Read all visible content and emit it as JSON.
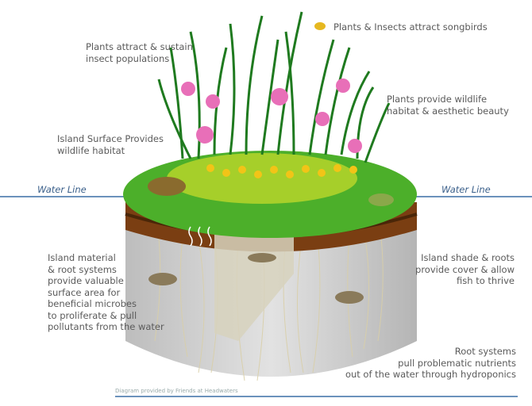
{
  "labels": {
    "insects": [
      "Plants attract & sustain",
      "insect populations"
    ],
    "songbirds": [
      "Plants & Insects attract songbirds"
    ],
    "beauty": [
      "Plants provide wildlife",
      "habitat & aesthetic beauty"
    ],
    "surface": [
      "Island Surface Provides",
      "wildlife habitat"
    ],
    "water_line_left": "Water Line",
    "water_line_right": "Water Line",
    "microbes": [
      "Island material",
      "& root systems",
      "provide valuable",
      "surface area for",
      "beneficial microbes",
      "to proliferate & pull",
      "pollutants from the water"
    ],
    "fish": [
      "Island shade & roots",
      "provide cover & allow",
      "fish to thrive"
    ],
    "nutrients": [
      "Root systems",
      "pull problematic nutrients",
      "out of the water through hydroponics"
    ],
    "credit": "Diagram provided by Friends at Headwaters"
  },
  "colors": {
    "water_line": "#3a6ea5",
    "grass": "#4caf2a",
    "soil": "#7a3e12",
    "roots": "#cfcfcf",
    "flower": "#e86fb8"
  }
}
